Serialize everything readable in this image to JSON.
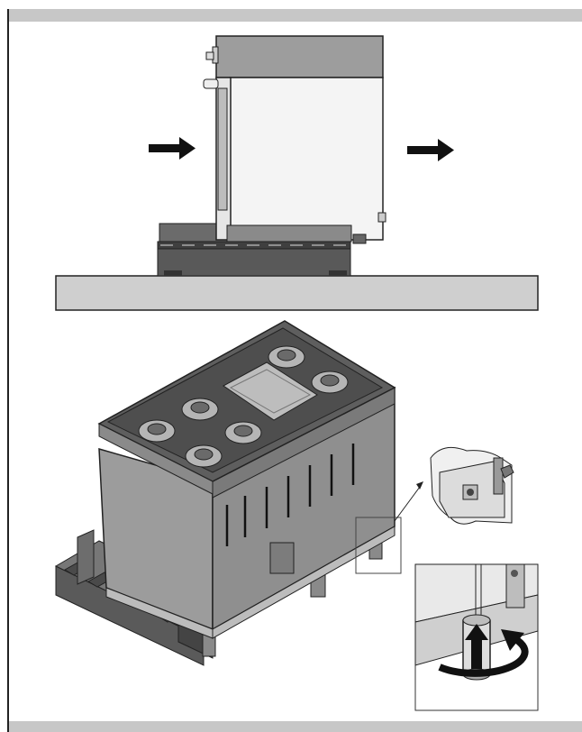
{
  "figure": {
    "panels": [
      {
        "name": "side-view-pallet-removal"
      },
      {
        "name": "isometric-cooktop-on-pallet"
      },
      {
        "name": "detail-bracket-screw"
      },
      {
        "name": "detail-foot-adjustment"
      }
    ],
    "icons": [
      "push-arrow-icon",
      "slide-arrow-icon",
      "rotate-arrow-icon",
      "lift-arrow-icon"
    ],
    "colors": {
      "band": "#c7c7c7",
      "floor": "#cfcfcf",
      "body_light": "#f2f2f2",
      "body_mid": "#9a9a9a",
      "body_dark": "#5e5e5e",
      "pallet": "#555555",
      "stroke": "#222222"
    }
  }
}
